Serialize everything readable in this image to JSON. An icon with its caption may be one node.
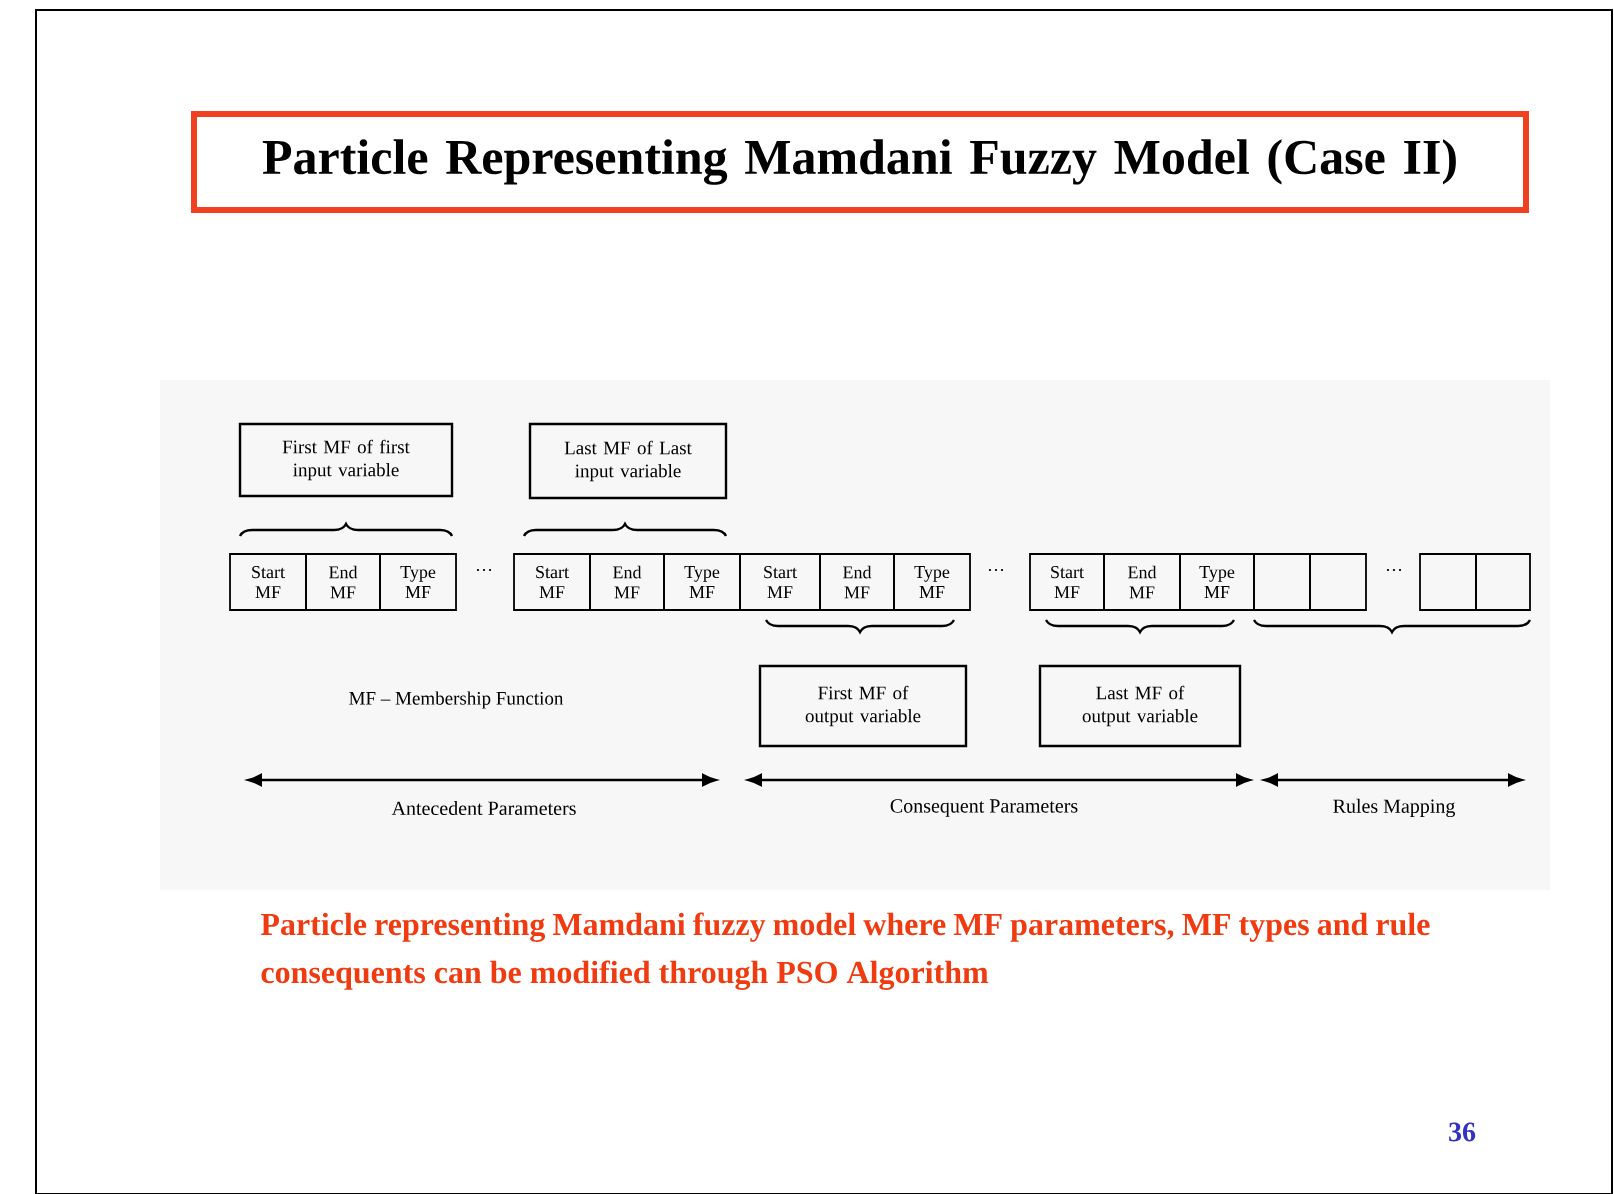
{
  "diagram": {
    "caption": "Particle representing Mamdani fuzzy model where MF parameters, MF types and rule consequents can be modified through PSO Algorithm",
    "nodes": [
      {
        "text": [
          "Particle Representing Mamdani Fuzzy Model (Case II)"
        ]
      },
      {
        "text": [
          "First MF of first input variable"
        ]
      },
      {
        "text": [
          "Last MF of Last input variable"
        ]
      },
      {
        "text": [
          "Start MF"
        ]
      },
      {
        "text": [
          "End MF"
        ]
      },
      {
        "text": [
          "Type MF"
        ]
      },
      {
        "text": [
          "Start MF"
        ]
      },
      {
        "text": [
          "End MF"
        ]
      },
      {
        "text": [
          "Type MF"
        ]
      },
      {
        "text": [
          "Start MF"
        ]
      },
      {
        "text": [
          "End MF"
        ]
      },
      {
        "text": [
          "Type MF"
        ]
      },
      {
        "text": [
          "Start MF"
        ]
      },
      {
        "text": [
          "End MF"
        ]
      },
      {
        "text": [
          "Type MF"
        ]
      },
      {
        "text": [],
        "shape": "box"
      },
      {
        "text": [],
        "shape": "box"
      },
      {
        "text": [],
        "shape": "box"
      },
      {
        "text": [],
        "shape": "box"
      },
      {
        "text": [
          "First MF of output variable"
        ]
      },
      {
        "text": [
          "Last MF of output variable"
        ]
      }
    ],
    "labels": [
      "…",
      "…",
      "…",
      "MF – Membership Function",
      "Antecedent Parameters",
      "Consequent Parameters",
      "Rules Mapping",
      "36"
    ]
  }
}
